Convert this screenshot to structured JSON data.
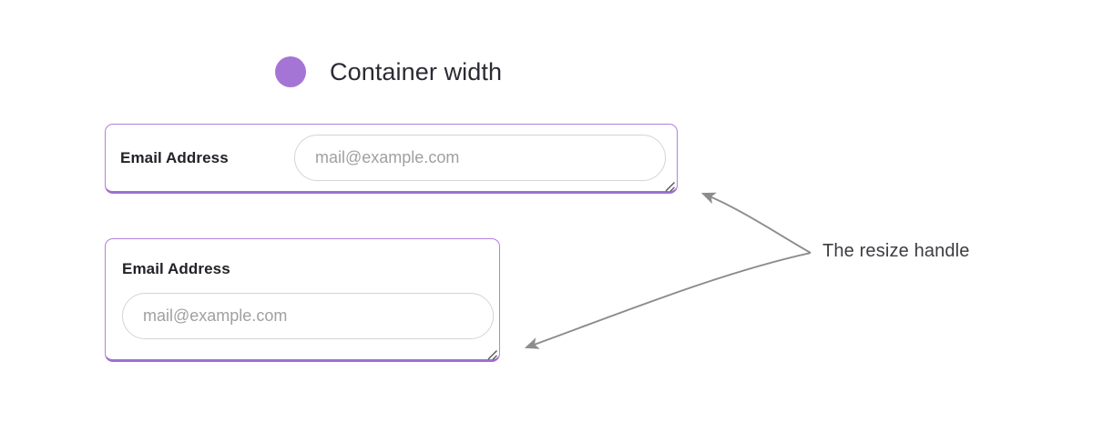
{
  "heading": {
    "bullet_icon": "bullet-dot-icon",
    "bullet_color": "#a575d6",
    "text": "Container width"
  },
  "forms": [
    {
      "id": "inline-form",
      "layout": "inline",
      "label": "Email Address",
      "input": {
        "value": "",
        "placeholder": "mail@example.com",
        "type": "email"
      },
      "border_color": "#b47fdd",
      "handle_icon": "resize-handle-icon"
    },
    {
      "id": "stacked-form",
      "layout": "stacked",
      "label": "Email Address",
      "input": {
        "value": "",
        "placeholder": "mail@example.com",
        "type": "email"
      },
      "border_color": "#b47fdd",
      "handle_icon": "resize-handle-icon"
    }
  ],
  "annotation": {
    "text": "The resize handle",
    "arrow_color": "#8c8c8c",
    "arrow_count": 2
  },
  "colors": {
    "background": "#ffffff",
    "accent": "#a575d6",
    "box_border": "#b47fdd",
    "box_border_bottom": "#9f6fcf",
    "input_border": "#d4d4d4",
    "placeholder_text": "#a0a0a0",
    "label_text": "#222228",
    "heading_text": "#2b2b33",
    "annotation_text": "#3c3c42"
  }
}
